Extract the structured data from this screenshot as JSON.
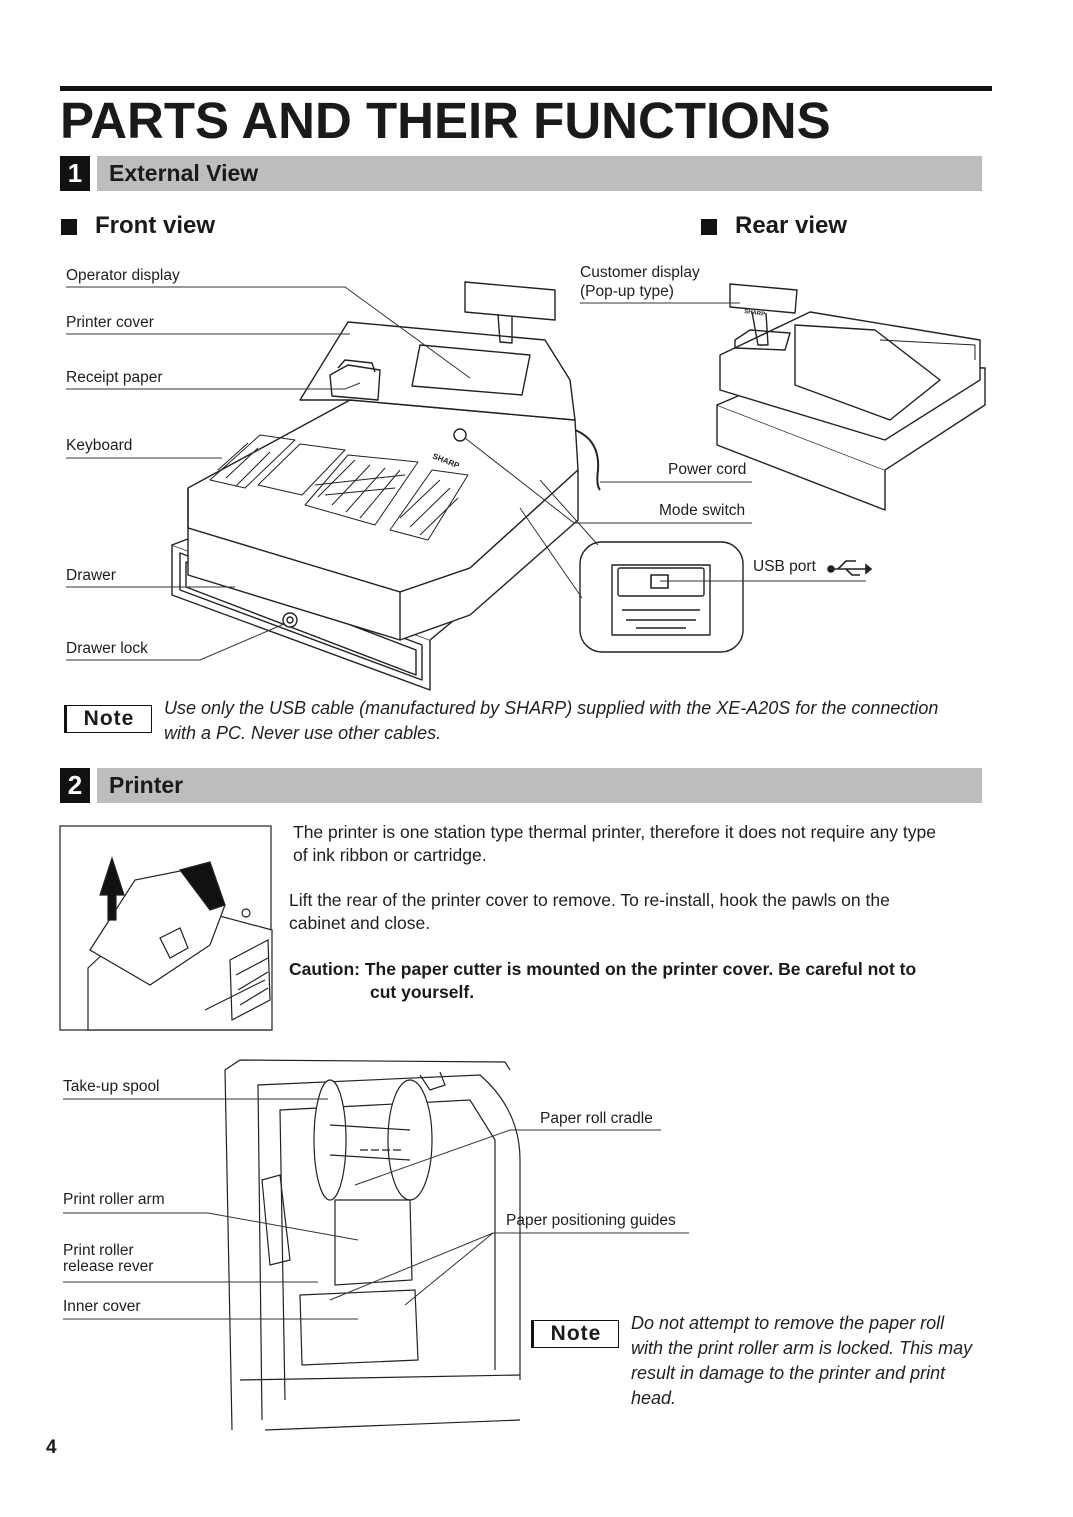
{
  "page": {
    "title": "PARTS AND THEIR FUNCTIONS",
    "page_number": "4"
  },
  "section1": {
    "number": "1",
    "title": "External View",
    "front_view": {
      "heading": "Front view",
      "labels": [
        "Operator display",
        "Printer cover",
        "Receipt paper",
        "Keyboard",
        "Drawer",
        "Drawer lock"
      ],
      "brand": "SHARP"
    },
    "rear_view": {
      "heading": "Rear view",
      "customer_display_line1": "Customer display",
      "customer_display_line2": "(Pop-up type)",
      "power_cord": "Power cord",
      "mode_switch": "Mode switch",
      "usb_port": "USB port",
      "brand": "SHARP"
    },
    "note": {
      "badge": "Note",
      "line1": "Use only the USB cable (manufactured by SHARP) supplied with the XE-A20S for the connection",
      "line2": "with a PC.  Never use other cables."
    }
  },
  "section2": {
    "number": "2",
    "title": "Printer",
    "para1_line1": "The printer is one station type thermal printer, therefore it does not require any type",
    "para1_line2": "of ink ribbon or cartridge.",
    "para2_line1": "Lift the rear of the printer cover to remove.  To re-install, hook the pawls on the",
    "para2_line2": "cabinet and close.",
    "caution_line1": "Caution: The paper cutter is mounted on the printer cover.  Be careful not to",
    "caution_line2": "cut yourself.",
    "diagram_labels": {
      "take_up_spool": "Take-up spool",
      "print_roller_arm": "Print roller arm",
      "print_roller_release_line1": "Print roller",
      "print_roller_release_line2": "release rever",
      "inner_cover": "Inner cover",
      "paper_roll_cradle": "Paper roll cradle",
      "paper_positioning_guides": "Paper positioning guides"
    },
    "note": {
      "badge": "Note",
      "line1": "Do not attempt to remove the paper roll",
      "line2": "with the print roller arm is locked.  This may",
      "line3": "result in damage to the printer and print",
      "line4": "head."
    }
  }
}
